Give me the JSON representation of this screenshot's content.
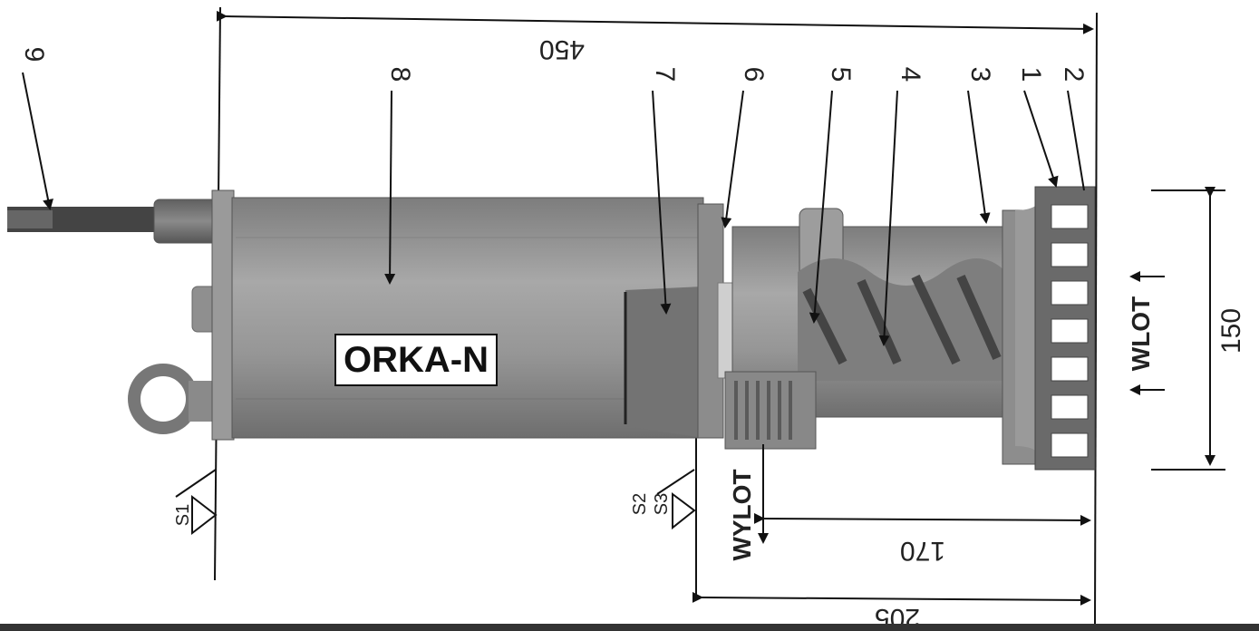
{
  "title": "ORKA-N",
  "callouts": [
    "9",
    "8",
    "7",
    "6",
    "5",
    "4",
    "3",
    "1",
    "2"
  ],
  "dimensions": {
    "overall": "450",
    "inlet_width": "150",
    "outlet_height": "170",
    "outlet_plane": "205"
  },
  "flow": {
    "inlet": "WLOT",
    "outlet": "WYLOT"
  },
  "sections": {
    "s1": "S1",
    "s2": "S2",
    "s3": "S3"
  }
}
